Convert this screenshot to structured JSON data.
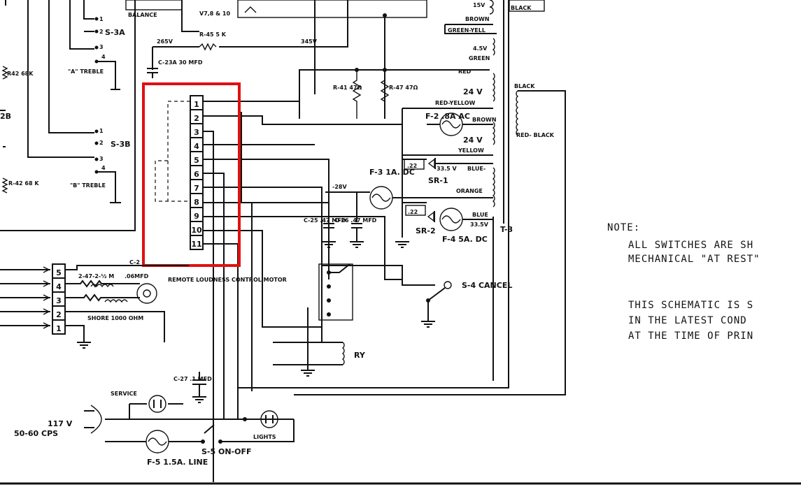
{
  "terminal_strip": [
    "1",
    "2",
    "3",
    "4",
    "5",
    "6",
    "7",
    "8",
    "9",
    "10",
    "11"
  ],
  "left_strip": [
    "5",
    "4",
    "3",
    "2",
    "1"
  ],
  "labels": {
    "balance": "BALANCE",
    "s3a": "S-3A",
    "s3b": "S-3B",
    "treble_a": "\"A\" TREBLE",
    "treble_b": "\"B\" TREBLE",
    "r42_top": "R42 68K",
    "r42_bot": "R-42 68 K",
    "r45": "R-45 5 K",
    "v265": "265V",
    "v345": "345V",
    "c23a": "C-23A 30 MFD",
    "r41": "R-41 47Ω",
    "r47": "R-47 47Ω",
    "c25": "C-25 .47 MFD",
    "c26": "C-26 .47 MFD",
    "v28": "-28V",
    "f3": "F-3 1A. DC",
    "f2": "F-2 .8A AC",
    "f4": "F-4 5A. DC",
    "sr1": "SR-1",
    "sr2": "SR-2",
    "cap22a": ".22",
    "cap22b": ".22",
    "v335a": "33.5 V",
    "v335b": "33.5V",
    "t3": "T-3",
    "v15": "15V",
    "v45": "4.5V",
    "v24a": "24 V",
    "v24b": "24 V",
    "brown": "BROWN",
    "green_yell": "GREEN-YELL",
    "green": "GREEN",
    "red": "RED",
    "red_yellow": "RED-YELLOW",
    "brown2": "BROWN",
    "yellow": "YELLOW",
    "blue_dash": "BLUE-",
    "orange": "ORANGE",
    "blue": "BLUE",
    "black": "BLACK",
    "black2": "BLACK",
    "red_black": "RED- BLACK",
    "remote": "REMOTE LOUDNESS CONTROL MOTOR",
    "s4": "S-4 CANCEL",
    "ry": "RY",
    "c27": "C-27 .1 MFD",
    "service": "SERVICE",
    "lights": "LIGHTS",
    "v117": "117 V",
    "cps": "50-60 CPS",
    "f5": "F-5 1.5A. LINE",
    "s5": "S-5 ON-OFF"
  },
  "note": {
    "title": "NOTE:",
    "line1": "ALL SWITCHES ARE SH",
    "line2": "MECHANICAL \"AT REST\"",
    "line3": "THIS SCHEMATIC IS S",
    "line4": "IN THE LATEST COND",
    "line5": "AT THE TIME OF PRIN"
  },
  "colors": {
    "wire": "#111111",
    "highlight": "#e01010",
    "background": "#ffffff"
  }
}
